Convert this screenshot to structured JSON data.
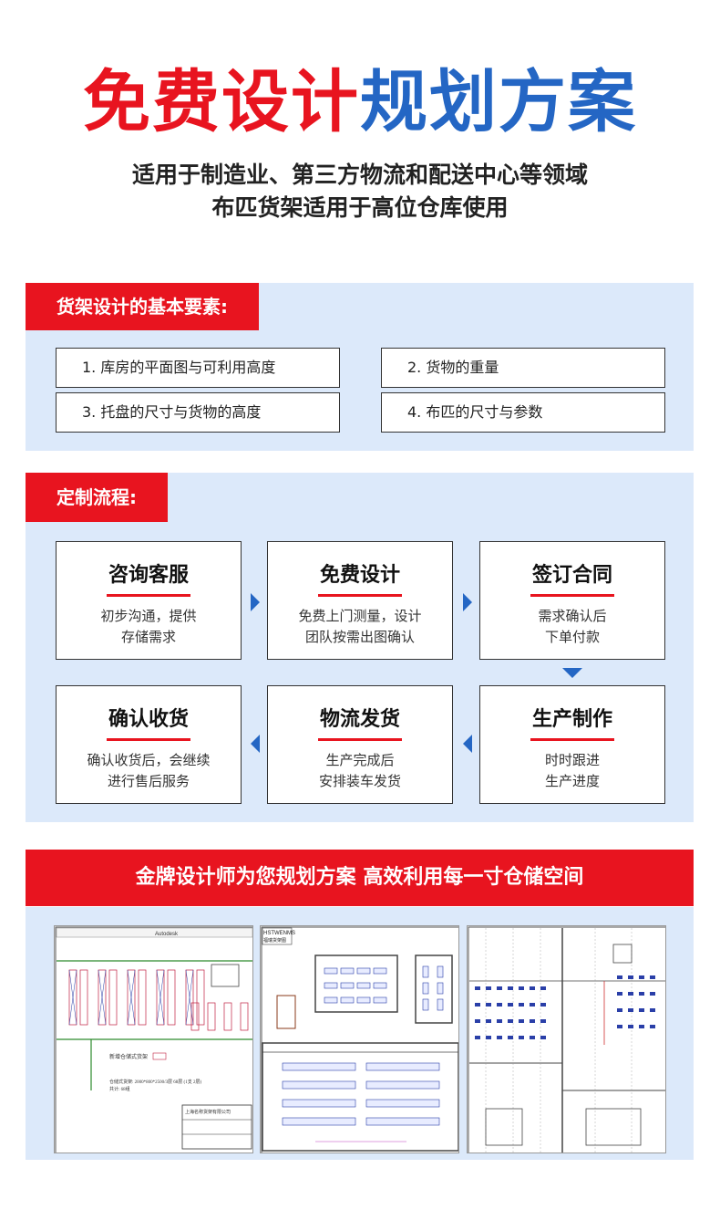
{
  "hero": {
    "title_red": "免费设计",
    "title_blue": "规划方案",
    "subtitle_line1": "适用于制造业、第三方物流和配送中心等领域",
    "subtitle_line2": "布匹货架适用于高位仓库使用"
  },
  "elements_section": {
    "tag": "货架设计的基本要素:",
    "items": [
      "1. 库房的平面图与可利用高度",
      "2. 货物的重量",
      "3. 托盘的尺寸与货物的高度",
      "4. 布匹的尺寸与参数"
    ]
  },
  "process_section": {
    "tag": "定制流程:",
    "steps": [
      {
        "title": "咨询客服",
        "desc": "初步沟通，提供\n存储需求"
      },
      {
        "title": "免费设计",
        "desc": "免费上门测量，设计\n团队按需出图确认"
      },
      {
        "title": "签订合同",
        "desc": "需求确认后\n下单付款"
      },
      {
        "title": "生产制作",
        "desc": "时时跟进\n生产进度"
      },
      {
        "title": "物流发货",
        "desc": "生产完成后\n安排装车发货"
      },
      {
        "title": "确认收货",
        "desc": "确认收货后，会继续\n进行售后服务"
      }
    ]
  },
  "banner": {
    "text": "金牌设计师为您规划方案 高效利用每一寸仓储空间"
  },
  "drawings": {
    "d1_header": "Autodesk",
    "d1_note1": "新增仓储式货架",
    "d1_note2": "仓储式货架: 2000*800*2500/3层 68层 (1支 2层)",
    "d1_note3": "共计: 68组",
    "d1_company": "上海名称货架有限公司",
    "d2_header": "HSTWENMS",
    "d2_sub": "福瑞货架图"
  },
  "colors": {
    "red": "#e8141f",
    "blue": "#2466c4",
    "panel": "#dce9fa"
  }
}
